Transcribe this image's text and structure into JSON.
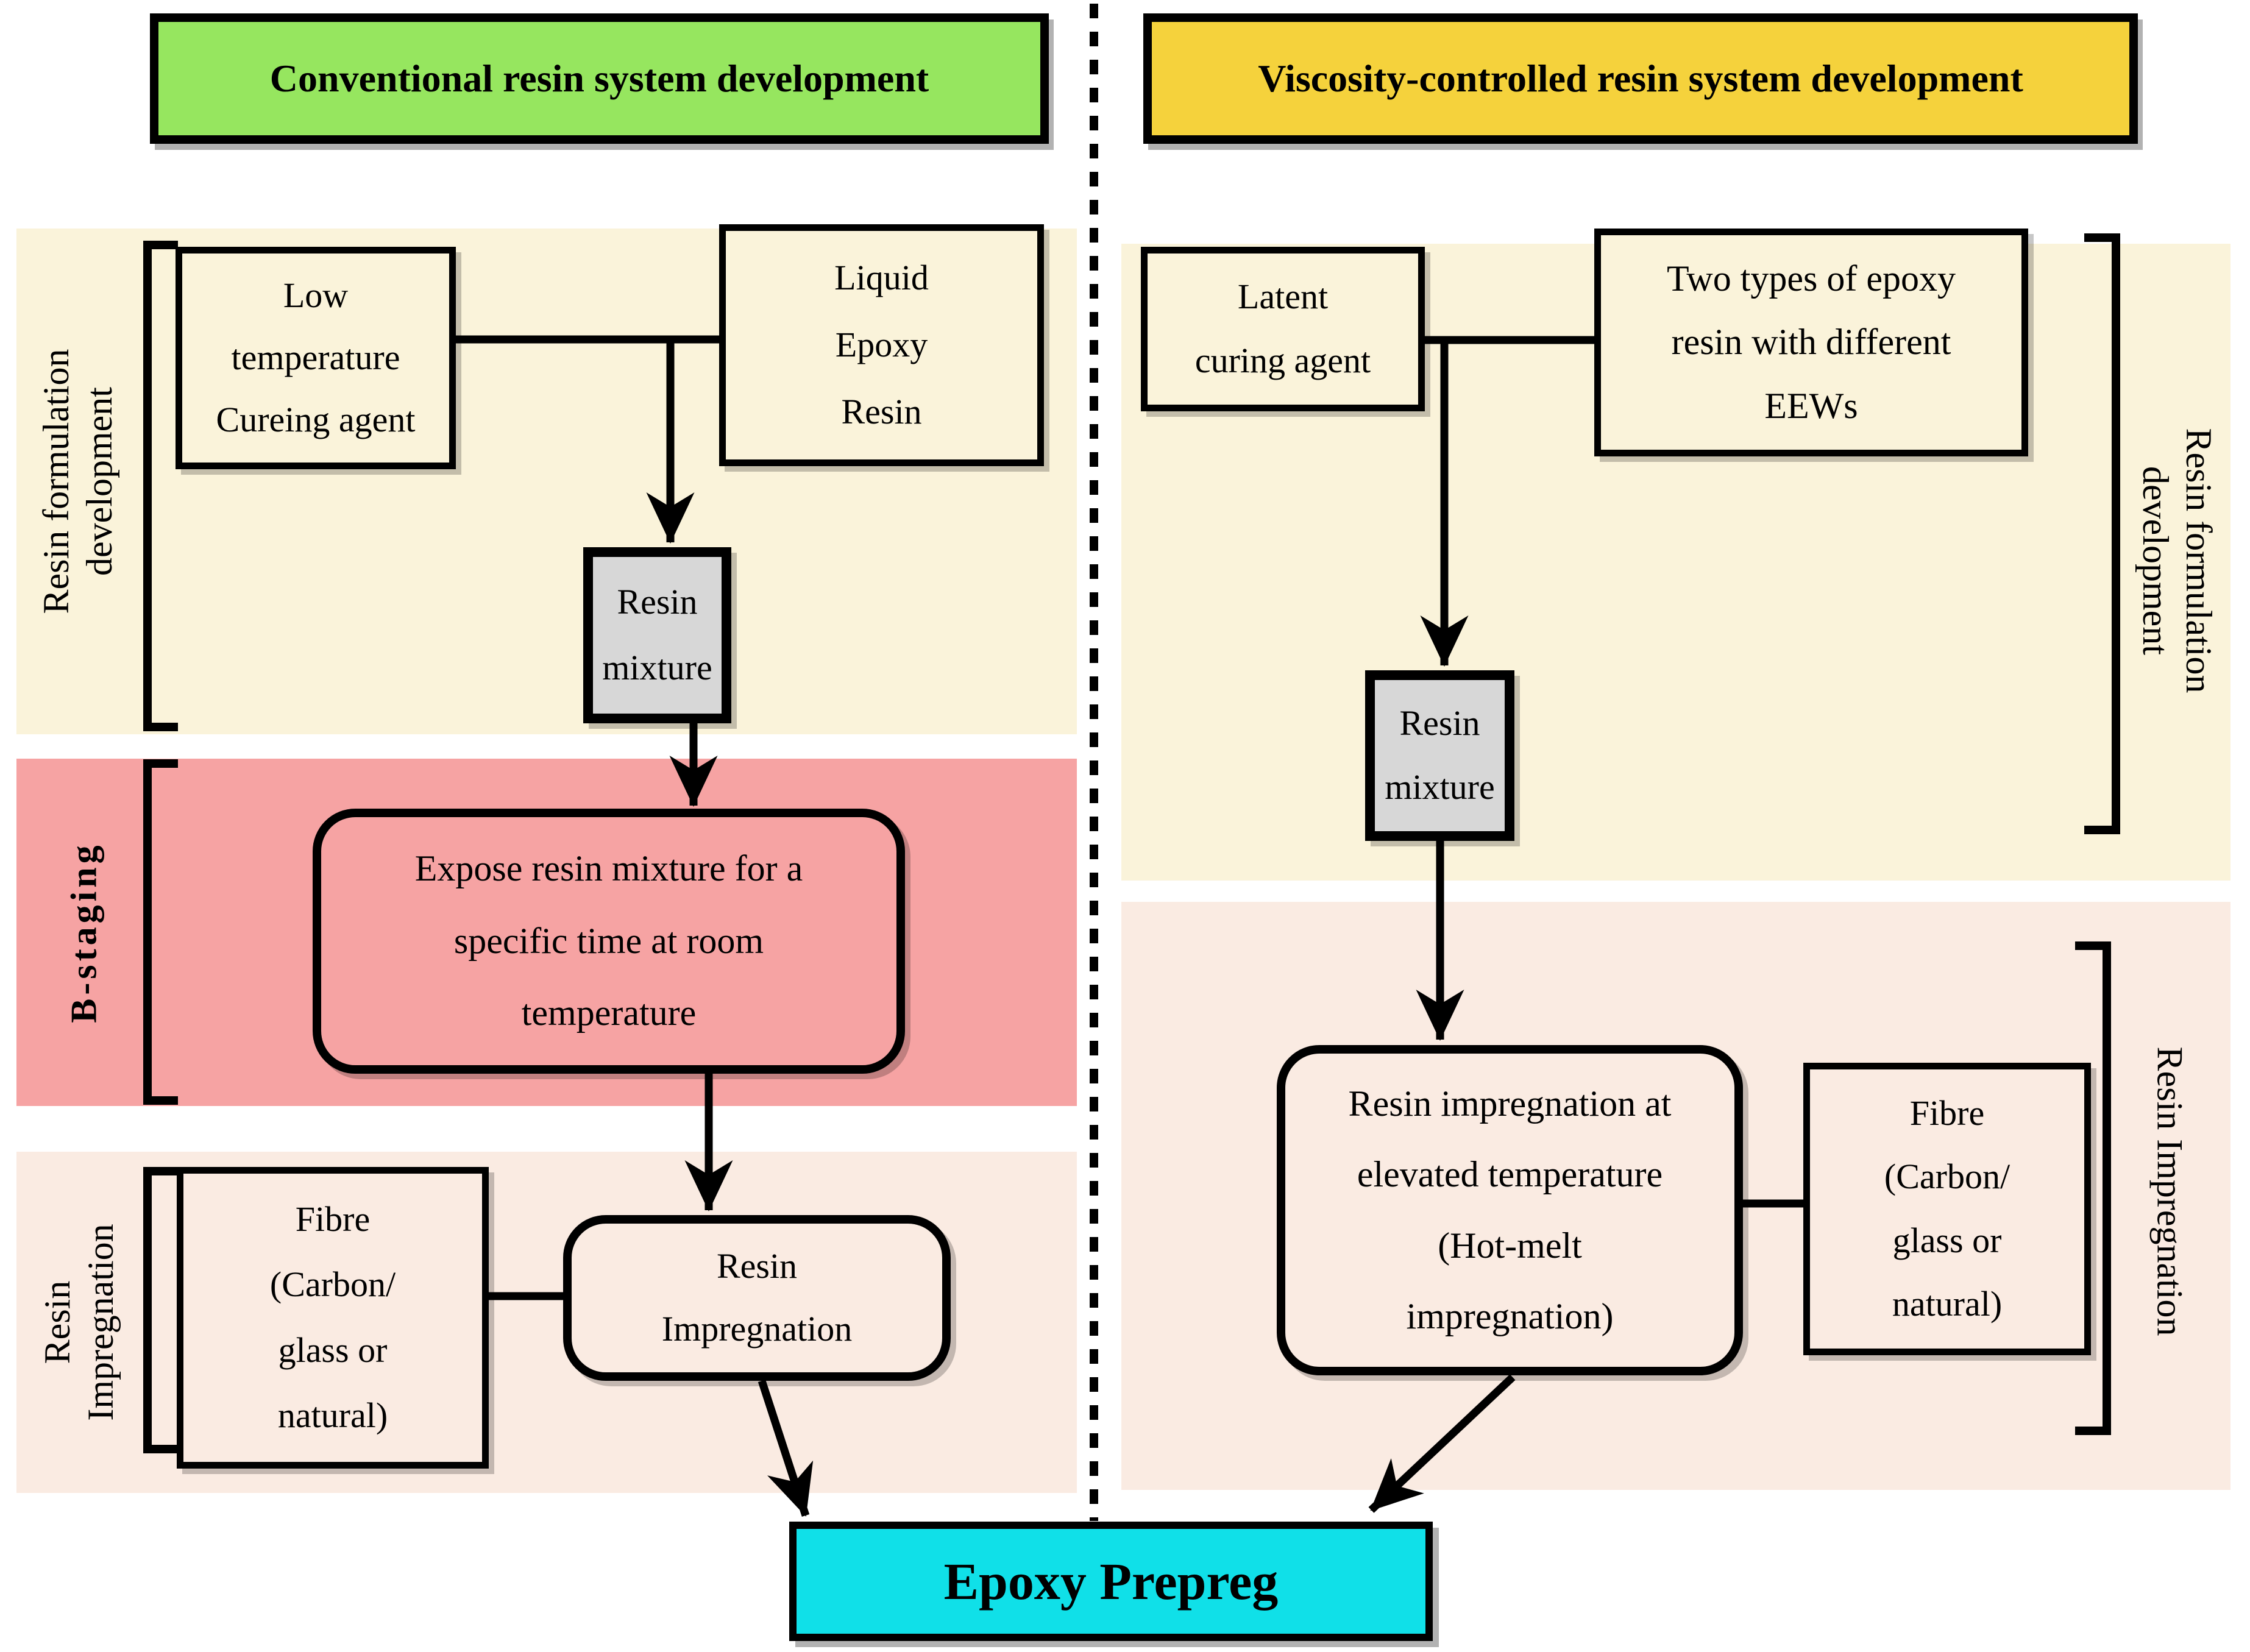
{
  "diagram": {
    "headers": {
      "conventional": {
        "label": "Conventional resin system development",
        "bg": "#96E65F"
      },
      "viscosity": {
        "label": "Viscosity-controlled resin system development",
        "bg": "#F5D23C"
      }
    },
    "left": {
      "stage_labels": {
        "formulation": {
          "line1": "Resin formulation",
          "line2": "development"
        },
        "b_staging": {
          "line1": "B-staging"
        },
        "impregnation": {
          "line1": "Resin",
          "line2": "Impregnation"
        }
      },
      "boxes": {
        "low_temp": {
          "line1": "Low",
          "line2": "temperature",
          "line3": "Cureing agent"
        },
        "liquid_epoxy": {
          "line1": "Liquid",
          "line2": "Epoxy",
          "line3": "Resin"
        },
        "resin_mixture": {
          "line1": "Resin",
          "line2": "mixture"
        },
        "expose": {
          "line1": "Expose resin mixture for a",
          "line2": "specific time at room",
          "line3": "temperature"
        },
        "fibre": {
          "line1": "Fibre",
          "line2": "(Carbon/",
          "line3": "glass or",
          "line4": "natural)"
        },
        "resin_impregnation": {
          "line1": "Resin",
          "line2": "Impregnation"
        }
      }
    },
    "right": {
      "stage_labels": {
        "formulation": {
          "line1": "Resin formulation",
          "line2": "development"
        },
        "impregnation": {
          "line1": "Resin Impregnation"
        }
      },
      "boxes": {
        "latent": {
          "line1": "Latent",
          "line2": "curing agent"
        },
        "eew": {
          "line1": "Two types of epoxy",
          "line2": "resin with different",
          "line3": "EEWs"
        },
        "resin_mixture": {
          "line1": "Resin",
          "line2": "mixture"
        },
        "hot_melt": {
          "line1": "Resin impregnation at",
          "line2": "elevated temperature",
          "line3": "(Hot-melt",
          "line4": "impregnation)"
        },
        "fibre": {
          "line1": "Fibre",
          "line2": "(Carbon/",
          "line3": "glass or",
          "line4": "natural)"
        }
      }
    },
    "output": {
      "label": "Epoxy Prepreg",
      "bg": "#10E0E8"
    },
    "colors": {
      "cream_band": "#FAF3DA",
      "pink_band": "#F6A3A3",
      "peach_band": "#FAEBE2",
      "gray_box": "#D7D7D7",
      "green_header": "#96E65F",
      "yellow_header": "#F5D23C",
      "cyan_output": "#10E0E8",
      "line": "#000000"
    }
  }
}
